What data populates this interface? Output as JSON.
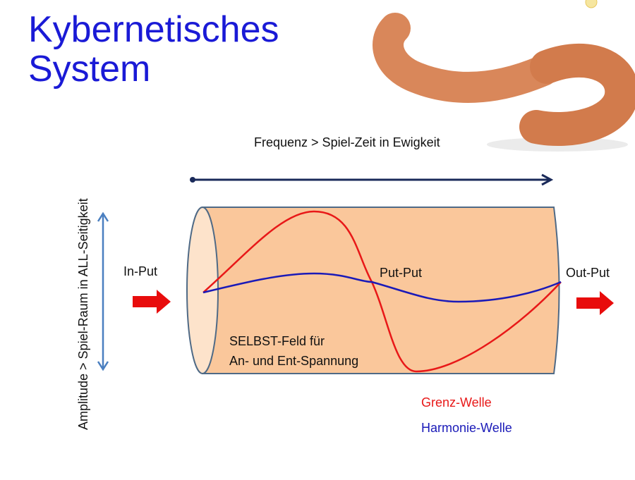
{
  "title": {
    "line1": "Kybernetisches",
    "line2": "System"
  },
  "axes": {
    "frequency": "Frequenz > Spiel-Zeit in Ewigkeit",
    "amplitude": "Amplitude > Spiel-Raum in ALL-Seitigkeit"
  },
  "labels": {
    "input": "In-Put",
    "middle": "Put-Put",
    "output": "Out-Put",
    "field_line1": "SELBST-Feld für",
    "field_line2": "An- und Ent-Spannung"
  },
  "legend": [
    {
      "label": "Grenz-Welle",
      "color": "#e81818"
    },
    {
      "label": "Harmonie-Welle",
      "color": "#1a1ab8"
    }
  ],
  "colors": {
    "title": "#1a1ad6",
    "cylinder": "#fac79b",
    "arrow": "#e80c0c"
  }
}
